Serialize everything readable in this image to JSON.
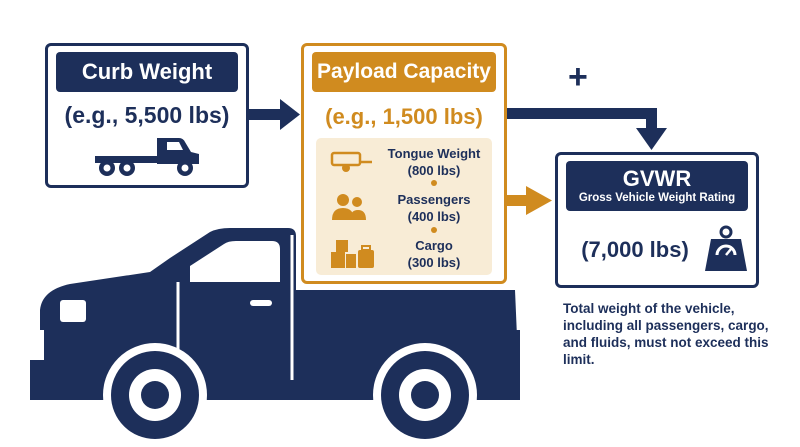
{
  "colors": {
    "navy": "#1d2f5a",
    "orange": "#d08b1f",
    "light_orange": "#f8ecd6"
  },
  "curb": {
    "title": "Curb Weight",
    "value": "(e.g., 5,500 lbs)",
    "icon": "chassis-cab-icon"
  },
  "payload": {
    "title": "Payload Capacity",
    "value": "(e.g., 1,500 lbs)",
    "items": [
      {
        "label": "Tongue Weight",
        "weight": "(800 lbs)",
        "icon": "trailer-icon"
      },
      {
        "label": "Passengers",
        "weight": "(400 lbs)",
        "icon": "people-icon"
      },
      {
        "label": "Cargo",
        "weight": "(300 lbs)",
        "icon": "boxes-luggage-icon"
      }
    ]
  },
  "plus": "+",
  "gvwr": {
    "title": "GVWR",
    "subtitle": "Gross Vehicle Weight Rating",
    "value": "(7,000 lbs)",
    "icon": "scale-icon",
    "note": "Total weight of the vehicle, including all passengers, cargo, and fluids, must not exceed this limit."
  },
  "truck": {
    "icon": "pickup-truck-icon"
  }
}
